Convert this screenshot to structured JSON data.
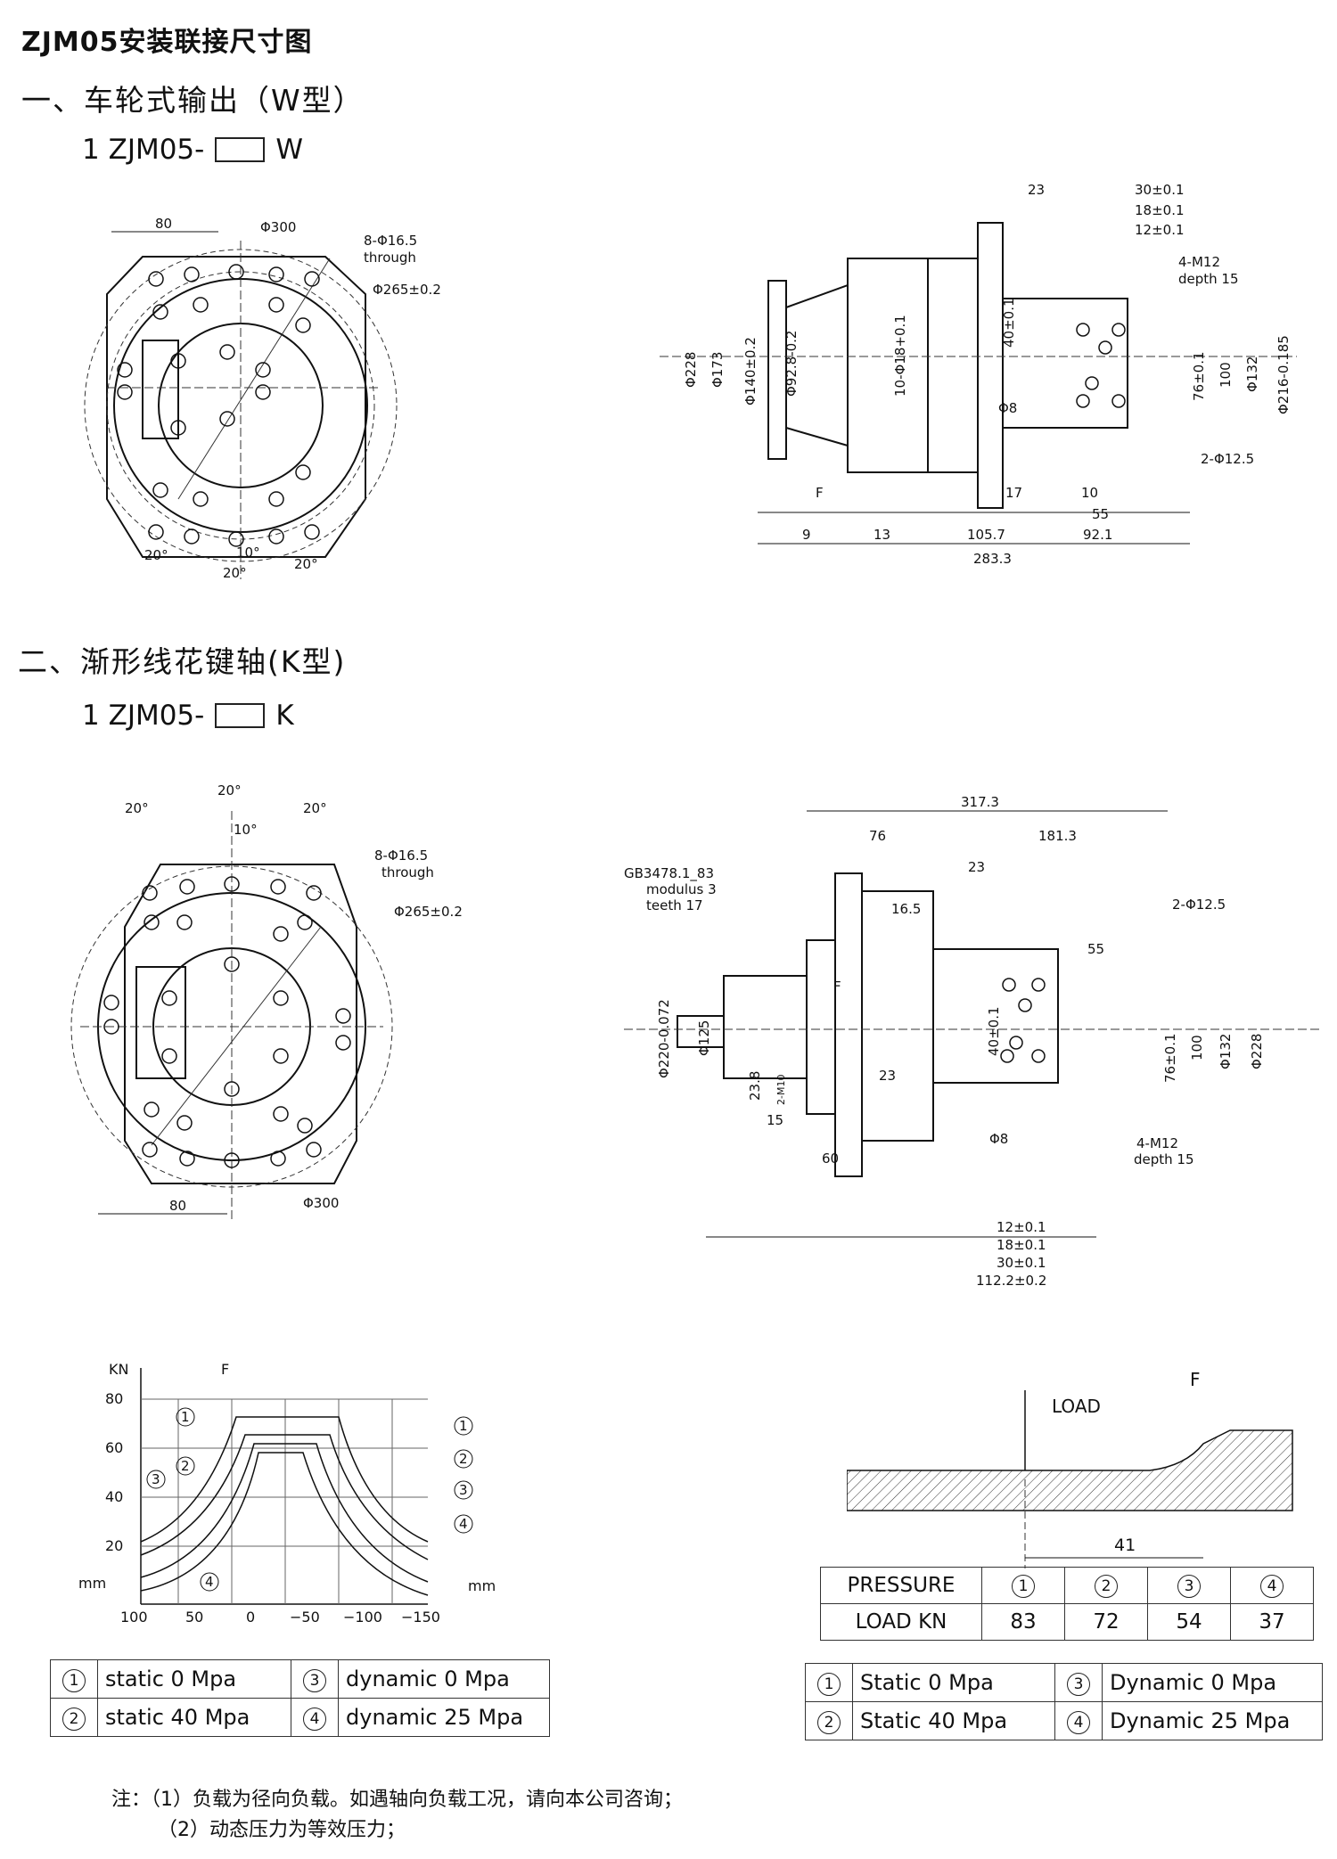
{
  "title": "ZJM05安装联接尺寸图",
  "section1": {
    "heading": "一、车轮式输出（W型）",
    "model_prefix": "1 ZJM05-",
    "model_suffix": "W"
  },
  "section2": {
    "heading": "二、渐形线花键轴(K型)",
    "model_prefix": "1 ZJM05-",
    "model_suffix": "K"
  },
  "w_front": {
    "d80": "80",
    "phi300": "Φ300",
    "holes": "8-Φ16.5",
    "through": "through",
    "phi265": "Φ265±0.2",
    "a20a": "20°",
    "a10": "10°",
    "a20b": "20°",
    "a20c": "20°"
  },
  "w_side": {
    "d23": "23",
    "d30": "30±0.1",
    "d18": "18±0.1",
    "d12": "12±0.1",
    "m12": "4-M12",
    "depth": "depth 15",
    "phi228": "Φ228",
    "phi173": "Φ173",
    "phi140": "Φ140±0.2",
    "phi92": "Φ92.8-0.2",
    "phi18": "10-Φ18+0.1",
    "d40": "40±0.1",
    "phi8": "Φ8",
    "d76": "76±0.1",
    "d100": "100",
    "phi132": "Φ132",
    "phi216": "Φ216-0.185",
    "holes125": "2-Φ12.5",
    "F": "F",
    "d17": "17",
    "d10": "10",
    "d55": "55",
    "d9": "9",
    "d13": "13",
    "d105": "105.7",
    "d92": "92.1",
    "d283": "283.3"
  },
  "k_front": {
    "a20a": "20°",
    "a20b": "20°",
    "a20c": "20°",
    "a10": "10°",
    "holes": "8-Φ16.5",
    "through": "through",
    "phi265": "Φ265±0.2",
    "d80": "80",
    "phi300": "Φ300"
  },
  "k_side": {
    "d317": "317.3",
    "d76": "76",
    "d181": "181.3",
    "d23a": "23",
    "gb1": "GB3478.1_83",
    "gb2": "modulus 3",
    "gb3": "teeth 17",
    "d165": "16.5",
    "holes125": "2-Φ12.5",
    "d55": "55",
    "F": "F",
    "phi220": "Φ220-0.072",
    "phi125": "Φ125",
    "d40": "40±0.1",
    "d76b": "76±0.1",
    "d100": "100",
    "phi132": "Φ132",
    "phi228": "Φ228",
    "d238": "23.8",
    "m10": "2-M10",
    "d23b": "23",
    "d15": "15",
    "phi8": "Φ8",
    "m12": "4-M12",
    "depth": "depth 15",
    "d60": "60",
    "d12": "12±0.1",
    "d18": "18±0.1",
    "d30": "30±0.1",
    "d112": "112.2±0.2"
  },
  "load_chart": {
    "kn": "KN",
    "F": "F",
    "mm_left": "mm",
    "mm_right": "mm",
    "yticks": [
      "80",
      "60",
      "40",
      "20"
    ],
    "xticks": [
      "100",
      "50",
      "0",
      "−50",
      "−100",
      "−150"
    ],
    "curve_labels": [
      "1",
      "2",
      "3",
      "4"
    ]
  },
  "load_diagram": {
    "load": "LOAD",
    "F": "F",
    "d41": "41"
  },
  "legend_left": [
    {
      "n": "1",
      "text": "static 0 Mpa"
    },
    {
      "n": "3",
      "text": "dynamic 0 Mpa"
    },
    {
      "n": "2",
      "text": "static 40 Mpa"
    },
    {
      "n": "4",
      "text": "dynamic 25 Mpa"
    }
  ],
  "pressure_table": {
    "row1_label": "PRESSURE",
    "row2_label": "LOAD KN",
    "cols": [
      "1",
      "2",
      "3",
      "4"
    ],
    "values": [
      "83",
      "72",
      "54",
      "37"
    ]
  },
  "legend_right": [
    {
      "n": "1",
      "text": "Static 0 Mpa"
    },
    {
      "n": "3",
      "text": "Dynamic 0 Mpa"
    },
    {
      "n": "2",
      "text": "Static 40 Mpa"
    },
    {
      "n": "4",
      "text": "Dynamic 25 Mpa"
    }
  ],
  "notes": {
    "line1": "注：（1）负载为径向负载。如遇轴向负载工况，请向本公司咨询；",
    "line2": "（2）动态压力为等效压力；"
  }
}
